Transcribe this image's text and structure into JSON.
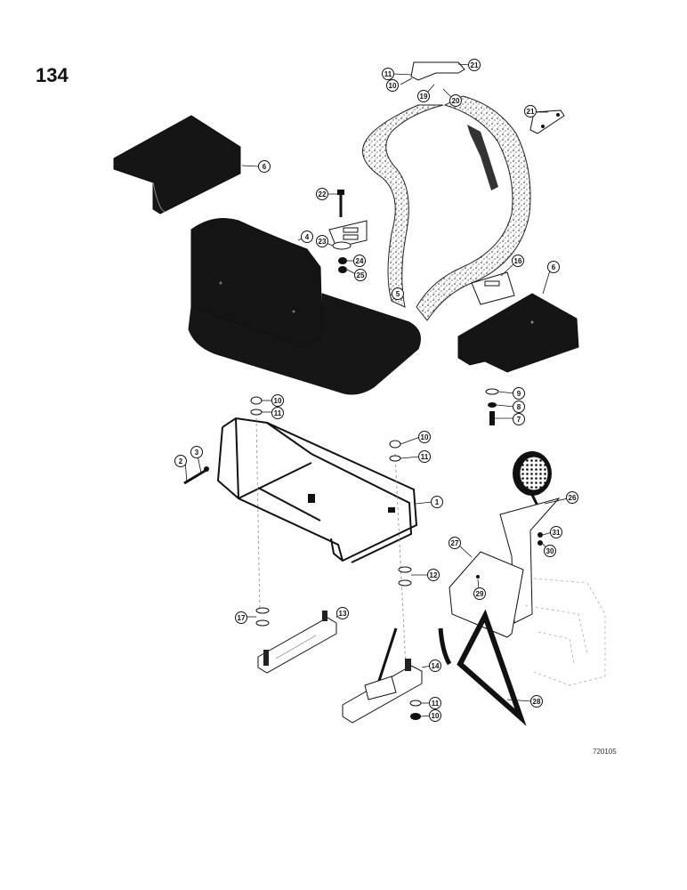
{
  "page_number": "134",
  "drawing_code": "720105",
  "callouts": [
    "11",
    "10",
    "21",
    "19",
    "20",
    "21",
    "6",
    "22",
    "4",
    "23",
    "24",
    "25",
    "5",
    "16",
    "6",
    "9",
    "8",
    "7",
    "10",
    "11",
    "3",
    "2",
    "10",
    "11",
    "1",
    "26",
    "31",
    "30",
    "27",
    "29",
    "12",
    "17",
    "13",
    "14",
    "11",
    "10",
    "28"
  ],
  "colors": {
    "ink": "#111111",
    "paper": "#ffffff"
  }
}
